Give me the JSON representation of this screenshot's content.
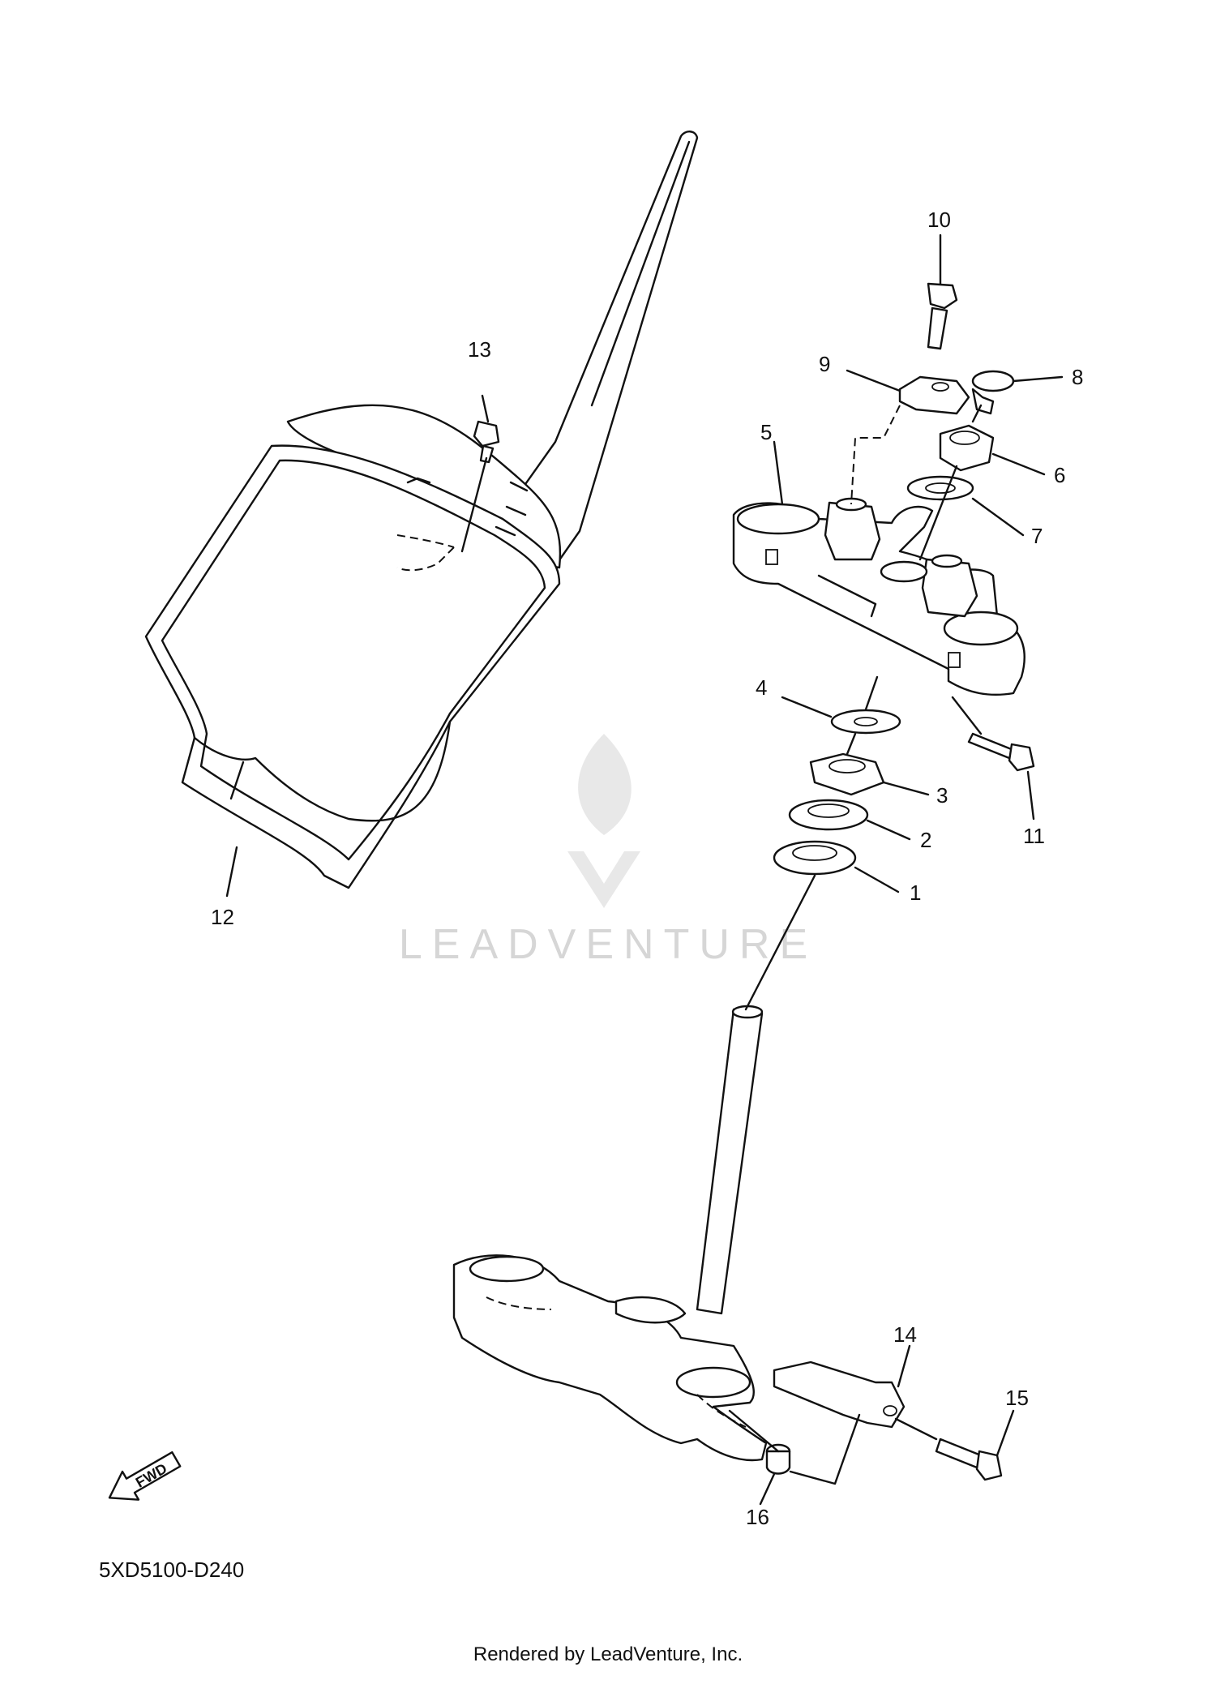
{
  "diagram_code": "5XD5100-D240",
  "footer_text": "Rendered by LeadVenture, Inc.",
  "watermark_text": "LEADVENTURE",
  "fwd_label": "FWD",
  "callouts": [
    {
      "num": "1"
    },
    {
      "num": "2"
    },
    {
      "num": "3"
    },
    {
      "num": "4"
    },
    {
      "num": "5"
    },
    {
      "num": "6"
    },
    {
      "num": "7"
    },
    {
      "num": "8"
    },
    {
      "num": "9"
    },
    {
      "num": "10"
    },
    {
      "num": "11"
    },
    {
      "num": "12"
    },
    {
      "num": "13"
    },
    {
      "num": "14"
    },
    {
      "num": "15"
    },
    {
      "num": "16"
    }
  ]
}
